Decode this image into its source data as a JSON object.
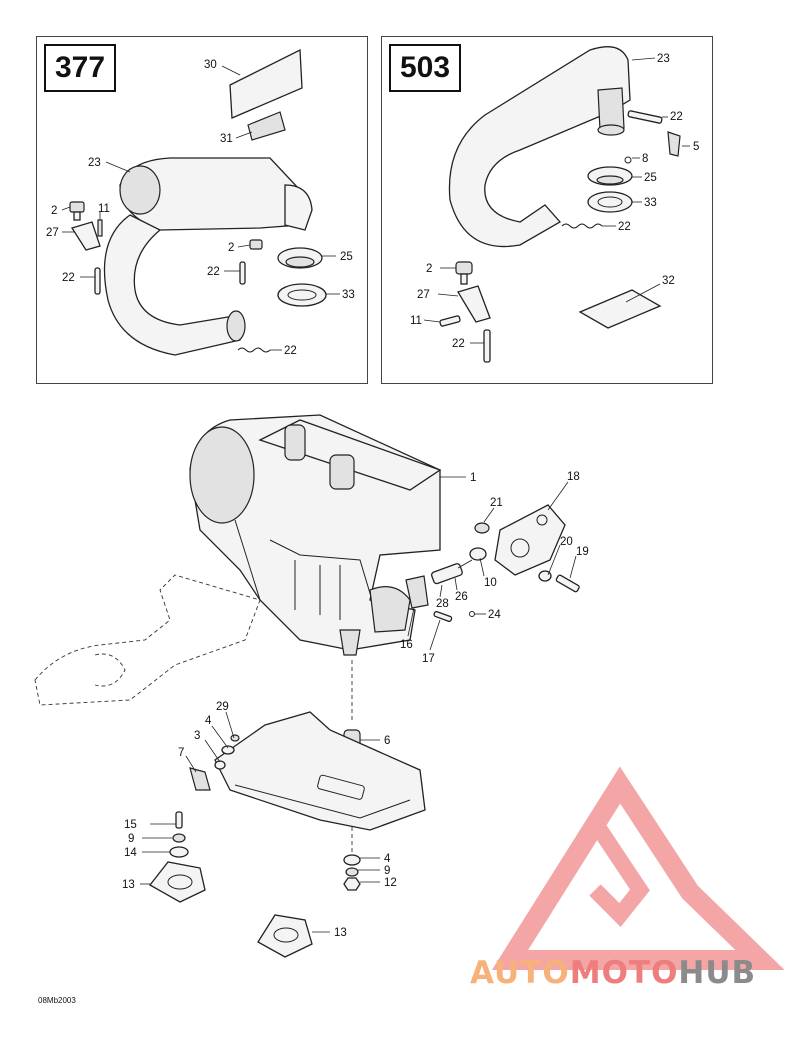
{
  "panels": {
    "left_badge": "377",
    "right_badge": "503"
  },
  "callouts_left": [
    "30",
    "31",
    "23",
    "2",
    "11",
    "27",
    "2",
    "25",
    "22",
    "22",
    "33",
    "22"
  ],
  "callouts_right": [
    "23",
    "22",
    "5",
    "8",
    "25",
    "33",
    "22",
    "2",
    "27",
    "32",
    "11",
    "22"
  ],
  "callouts_main": [
    "1",
    "18",
    "21",
    "20",
    "19",
    "10",
    "28",
    "26",
    "24",
    "16",
    "17",
    "6",
    "29",
    "4",
    "3",
    "7",
    "15",
    "9",
    "14",
    "13",
    "4",
    "9",
    "12",
    "13"
  ],
  "drawing_code": "08Mb2003",
  "watermark": {
    "part1": "AUTO",
    "part2": "MOTO",
    "part3": "HUB",
    "colors": {
      "part1": "#f6b27a",
      "part2": "#ee7d7d",
      "part3": "#8b8b8b",
      "logo": "#f08080"
    }
  }
}
